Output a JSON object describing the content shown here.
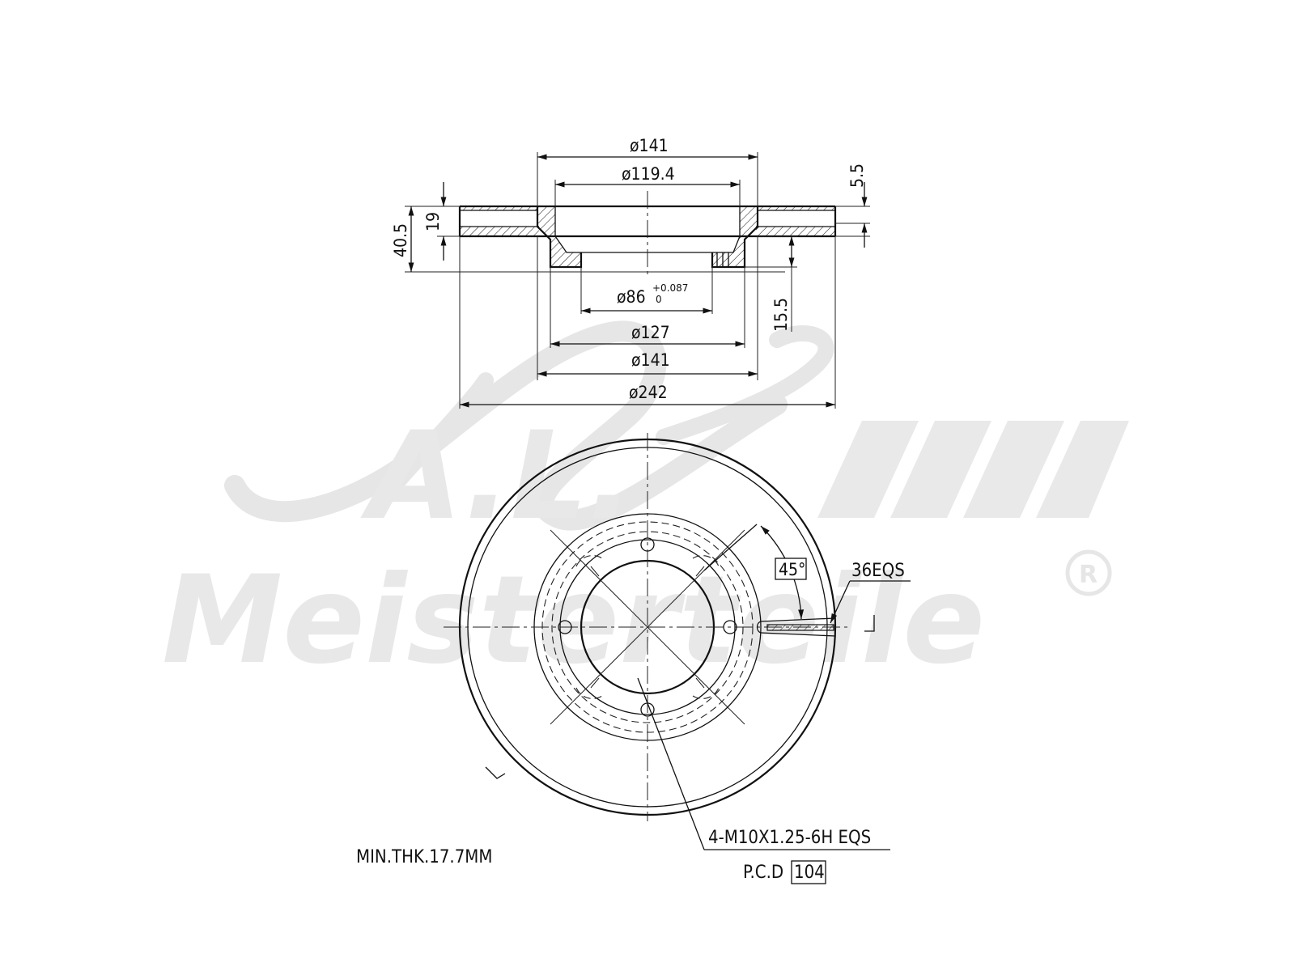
{
  "watermark": {
    "brand_initials": "A.L.",
    "brand_name": "Meisterteile",
    "registered_mark": "R"
  },
  "section_view": {
    "dim_top_outer": "ø141",
    "dim_top_inner": "ø119.4",
    "dim_bore": "ø86",
    "dim_bore_tol_upper": "+0.087",
    "dim_bore_tol_lower": "0",
    "dim_hub_127": "ø127",
    "dim_hub_141": "ø141",
    "dim_outer_242": "ø242",
    "dim_height_total": "40.5",
    "dim_height_disc": "19",
    "dim_top_5_5": "5.5",
    "dim_hub_15_5": "15.5"
  },
  "front_view": {
    "angle_label": "45°",
    "vents_label": "36EQS",
    "thread_label": "4-M10X1.25-6H EQS",
    "pcd_label": "P.C.D",
    "pcd_value": "104"
  },
  "notes": {
    "min_thickness": "MIN.THK.17.7MM"
  }
}
